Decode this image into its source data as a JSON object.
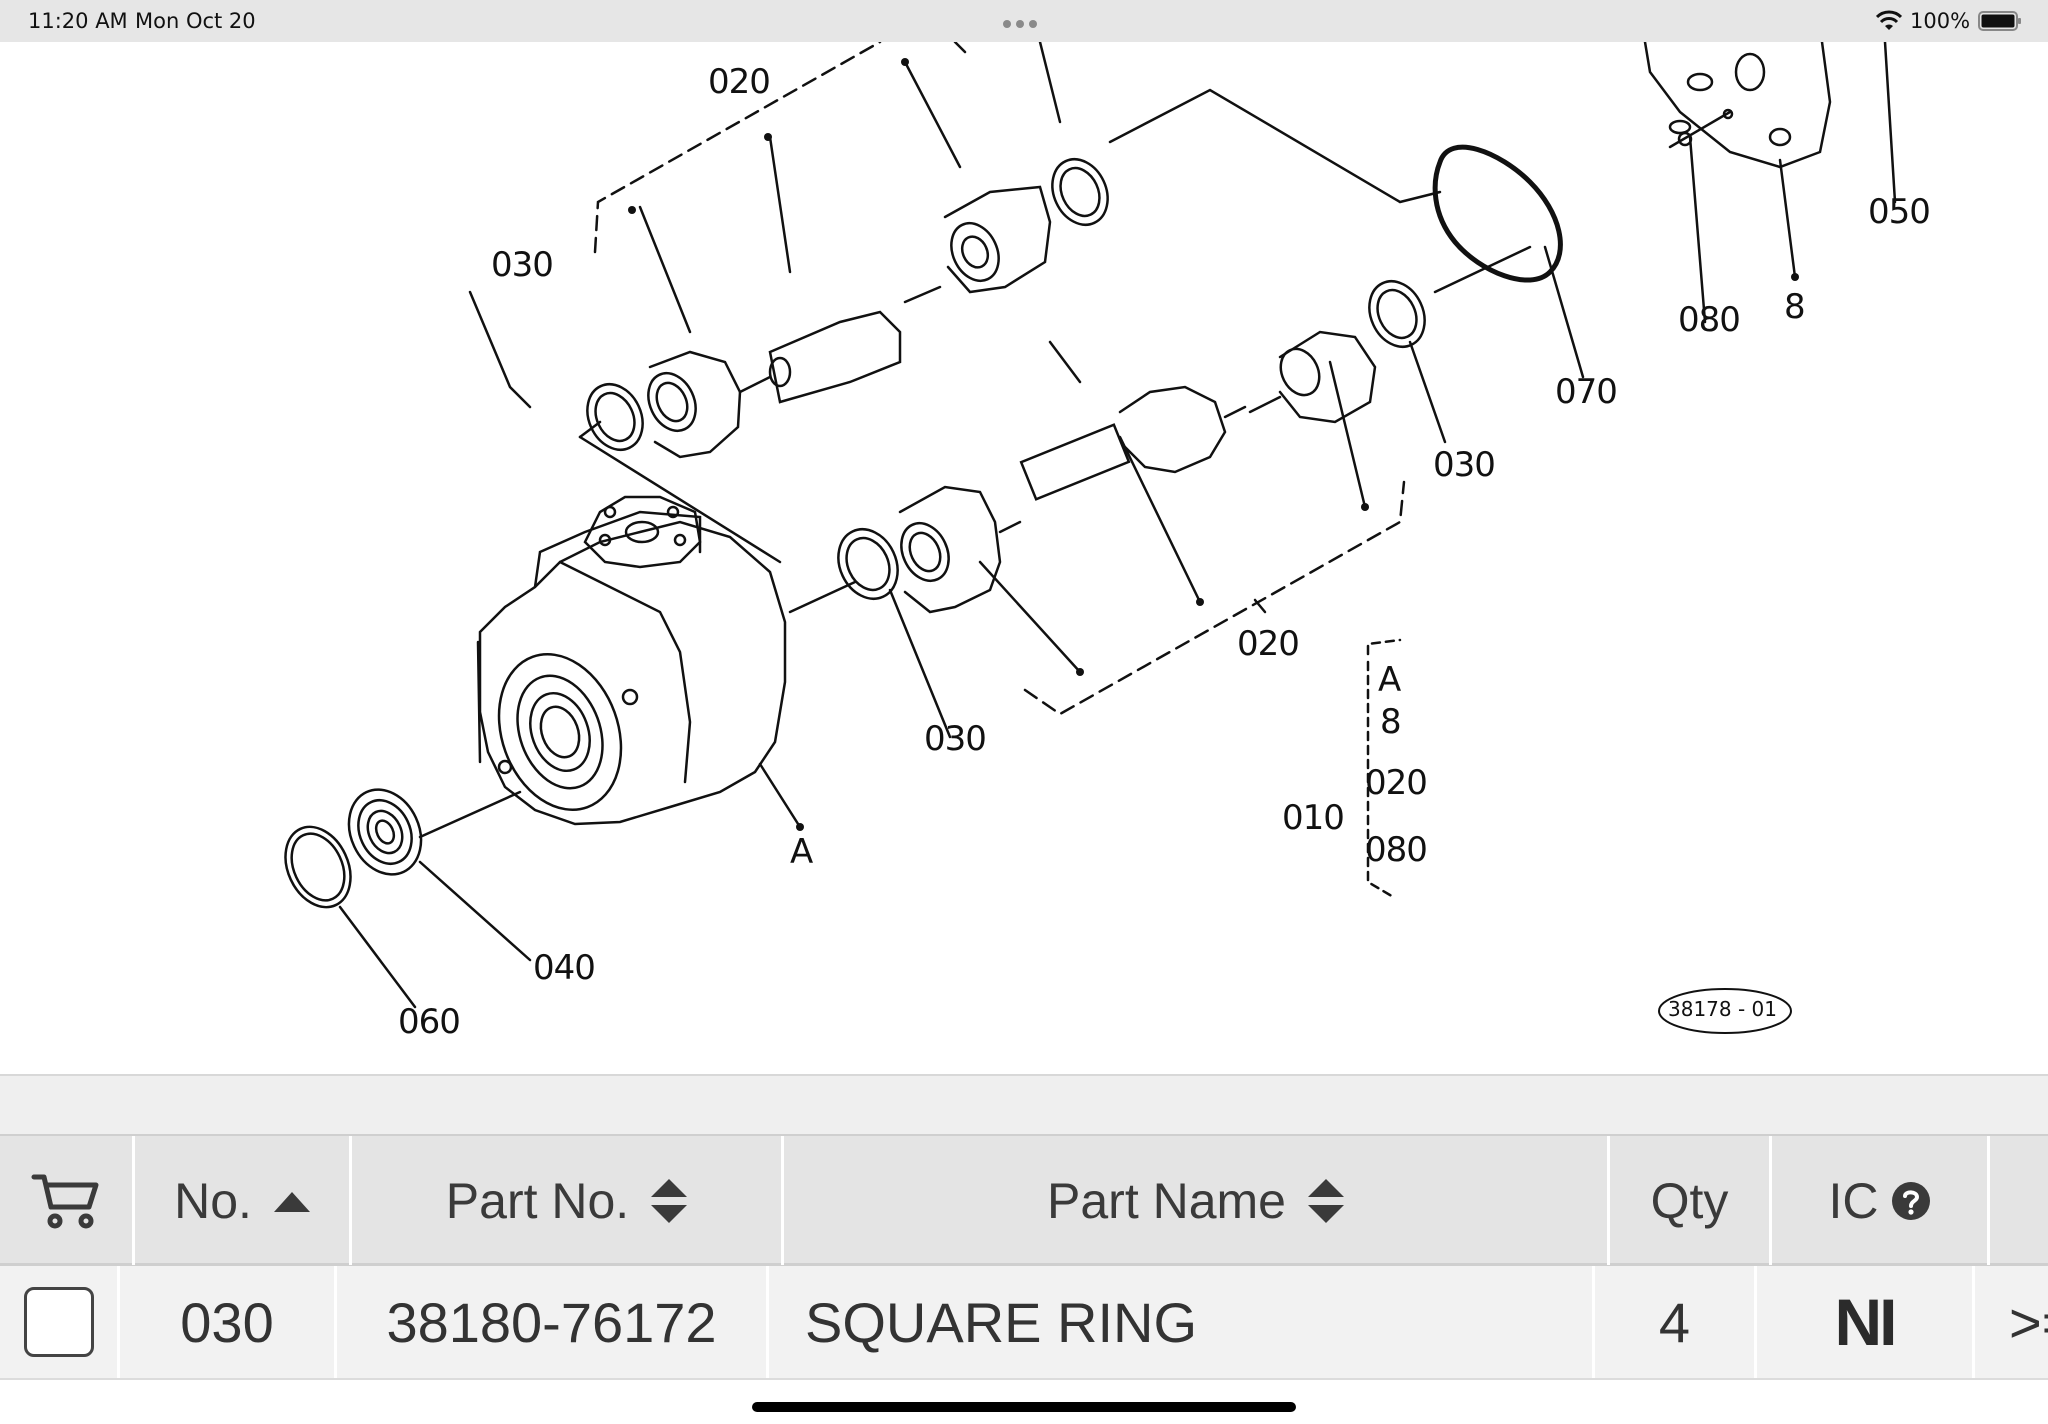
{
  "status_bar": {
    "time": "11:20 AM",
    "date": "Mon Oct 20",
    "battery": "100%"
  },
  "diagram": {
    "callouts": [
      "020",
      "030",
      "050",
      "080",
      "8",
      "070",
      "030",
      "020",
      "030",
      "A",
      "8",
      "020",
      "010",
      "080",
      "A",
      "040",
      "060"
    ],
    "image_code": "38178 - 01"
  },
  "table": {
    "headers": {
      "cart_icon": "shopping-cart-icon",
      "no": "No.",
      "part_no": "Part No.",
      "part_name": "Part Name",
      "qty": "Qty",
      "ic": "IC"
    },
    "rows": [
      {
        "no": "030",
        "part_no": "38180-76172",
        "part_name": "SQUARE RING",
        "qty": "4",
        "ic": "NI",
        "more": ">="
      }
    ]
  }
}
